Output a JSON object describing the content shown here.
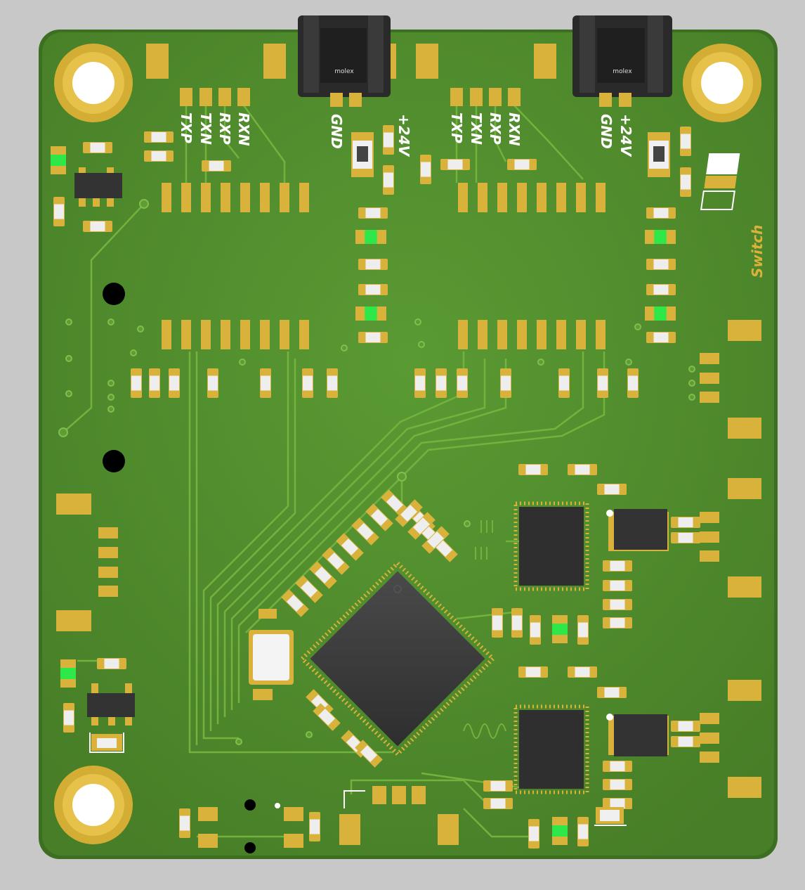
{
  "colors": {
    "background": "#c8c8c8",
    "pcb": "#4f8a2c",
    "pcb_edge": "#3d6f22",
    "trace": "#6eaa3a",
    "pad": "#d8b23a",
    "ic": "#3a3a3a",
    "led": "#2ee84a",
    "silk": "#ffffff"
  },
  "labels": {
    "conn1": {
      "txp": "TXP",
      "txn": "TXN",
      "rxp": "RXP",
      "rxn": "RXN"
    },
    "conn2": {
      "txp": "TXP",
      "txn": "TXN",
      "rxp": "RXP",
      "rxn": "RXN"
    },
    "power1": {
      "gnd": "GND",
      "v24": "+24V"
    },
    "power2": {
      "gnd": "GND",
      "v24": "+24V"
    },
    "switch": "Switch",
    "molex1": "molex",
    "molex2": "molex"
  }
}
